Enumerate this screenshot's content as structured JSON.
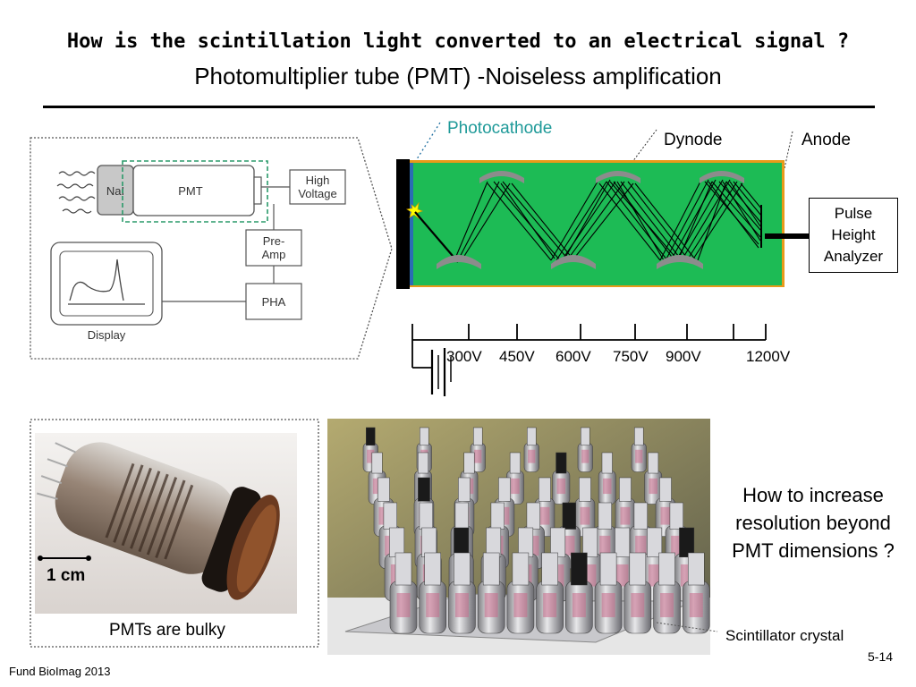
{
  "slide": {
    "title": "How is the scintillation light converted to an electrical signal ?",
    "subtitle": "Photomultiplier tube (PMT) -Noiseless amplification",
    "footer": "Fund BioImag 2013",
    "page_number": "5-14"
  },
  "block_diagram": {
    "nai": "NaI",
    "pmt": "PMT",
    "high_voltage": [
      "High",
      "Voltage"
    ],
    "preamp": [
      "Pre-",
      "Amp"
    ],
    "pha": "PHA",
    "display": "Display"
  },
  "pmt_schematic": {
    "photocathode": "Photocathode",
    "dynode": "Dynode",
    "anode": "Anode",
    "pulse_height_analyzer": [
      "Pulse",
      "Height",
      "Analyzer"
    ],
    "voltages": [
      "300V",
      "450V",
      "600V",
      "750V",
      "900V",
      "1200V"
    ]
  },
  "photos": {
    "scale_label": "1 cm",
    "pmt_caption": "PMTs are bulky",
    "crystal_caption": "Scintillator crystal"
  },
  "question": "How to increase resolution beyond PMT dimensions ?",
  "colors": {
    "tube_green": "#1dbb55",
    "tube_border": "#e89a1a",
    "photocathode_text": "#1f9a99",
    "dynode_gray": "#8c8c8c"
  }
}
